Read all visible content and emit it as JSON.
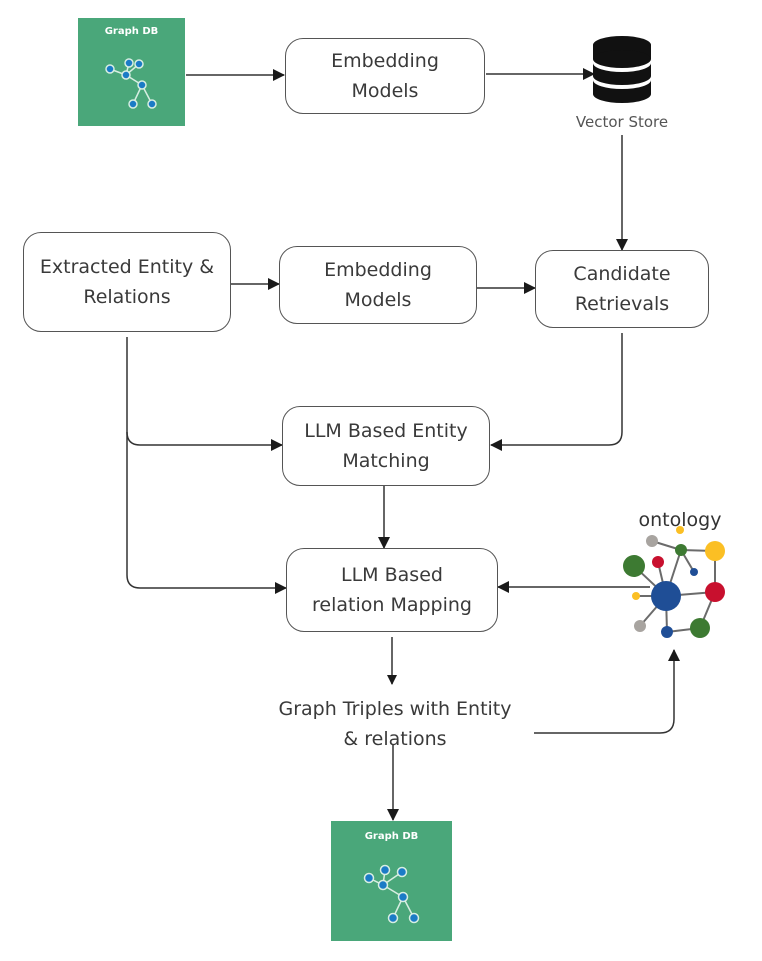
{
  "diagram": {
    "nodes": {
      "graph_db_top": {
        "label": "Graph DB",
        "icon": "graph-network-icon",
        "color": "#4aa77a"
      },
      "embedding_models_top": {
        "line1": "Embedding",
        "line2": "Models"
      },
      "vector_store": {
        "label": "Vector Store",
        "icon": "database-icon"
      },
      "extracted_entity": {
        "line1": "Extracted Entity &",
        "line2": "Relations"
      },
      "embedding_models_mid": {
        "line1": "Embedding",
        "line2": "Models"
      },
      "candidate_retrievals": {
        "line1": "Candidate",
        "line2": "Retrievals"
      },
      "llm_entity_matching": {
        "line1": "LLM Based Entity",
        "line2": "Matching"
      },
      "llm_relation_mapping": {
        "line1": "LLM Based",
        "line2": "relation Mapping"
      },
      "ontology": {
        "label": "ontology",
        "icon": "ontology-network-icon"
      },
      "graph_triples": {
        "line1": "Graph Triples with Entity",
        "line2": "& relations"
      },
      "graph_db_bottom": {
        "label": "Graph DB",
        "icon": "graph-network-icon",
        "color": "#4aa77a"
      }
    },
    "edges": [
      {
        "from": "graph_db_top",
        "to": "embedding_models_top"
      },
      {
        "from": "embedding_models_top",
        "to": "vector_store"
      },
      {
        "from": "vector_store",
        "to": "candidate_retrievals"
      },
      {
        "from": "extracted_entity",
        "to": "embedding_models_mid"
      },
      {
        "from": "embedding_models_mid",
        "to": "candidate_retrievals"
      },
      {
        "from": "candidate_retrievals",
        "to": "llm_entity_matching"
      },
      {
        "from": "extracted_entity",
        "to": "llm_entity_matching"
      },
      {
        "from": "extracted_entity",
        "to": "llm_relation_mapping"
      },
      {
        "from": "llm_entity_matching",
        "to": "llm_relation_mapping"
      },
      {
        "from": "ontology",
        "to": "llm_relation_mapping"
      },
      {
        "from": "llm_relation_mapping",
        "to": "graph_triples"
      },
      {
        "from": "graph_triples",
        "to": "ontology"
      },
      {
        "from": "graph_triples",
        "to": "graph_db_bottom"
      }
    ],
    "ontology_colors": {
      "blue": "#1f4e96",
      "green": "#3d7a32",
      "red": "#c8102e",
      "yellow": "#fbbf24",
      "gray": "#a8a4a0"
    }
  }
}
